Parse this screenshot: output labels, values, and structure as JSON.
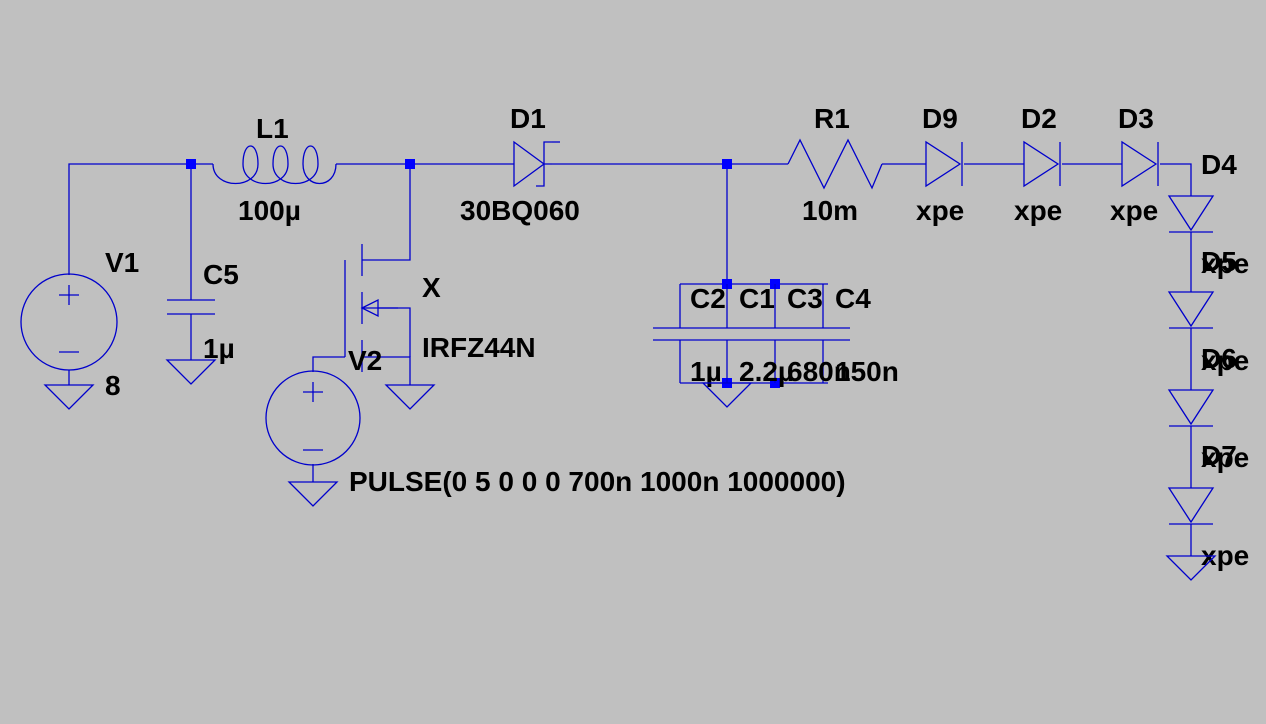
{
  "components": {
    "V1": {
      "ref": "V1",
      "value": "8"
    },
    "C5": {
      "ref": "C5",
      "value": "1µ"
    },
    "L1": {
      "ref": "L1",
      "value": "100µ"
    },
    "M1": {
      "ref": "X",
      "value": "IRFZ44N"
    },
    "V2": {
      "ref": "V2",
      "value": "PULSE(0 5 0 0 0 700n 1000n 1000000)"
    },
    "D1": {
      "ref": "D1",
      "value": "30BQ060"
    },
    "C2": {
      "ref": "C2",
      "value": "1µ"
    },
    "C1": {
      "ref": "C1",
      "value": "2.2µ"
    },
    "C3": {
      "ref": "C3",
      "value": "680n"
    },
    "C4": {
      "ref": "C4",
      "value": "150n"
    },
    "R1": {
      "ref": "R1",
      "value": "10m"
    },
    "D9": {
      "ref": "D9",
      "value": "xpe"
    },
    "D2": {
      "ref": "D2",
      "value": "xpe"
    },
    "D3": {
      "ref": "D3",
      "value": "xpe"
    },
    "D4": {
      "ref": "D4",
      "value": "xpe"
    },
    "D5": {
      "ref": "D5",
      "value": "xpe"
    },
    "D6": {
      "ref": "D6",
      "value": "xpe"
    },
    "D7": {
      "ref": "D7",
      "value": "xpe"
    }
  },
  "colors": {
    "background": "#c0c0c0",
    "wire": "#0000cc",
    "node": "#0000ff",
    "text": "#000000"
  }
}
